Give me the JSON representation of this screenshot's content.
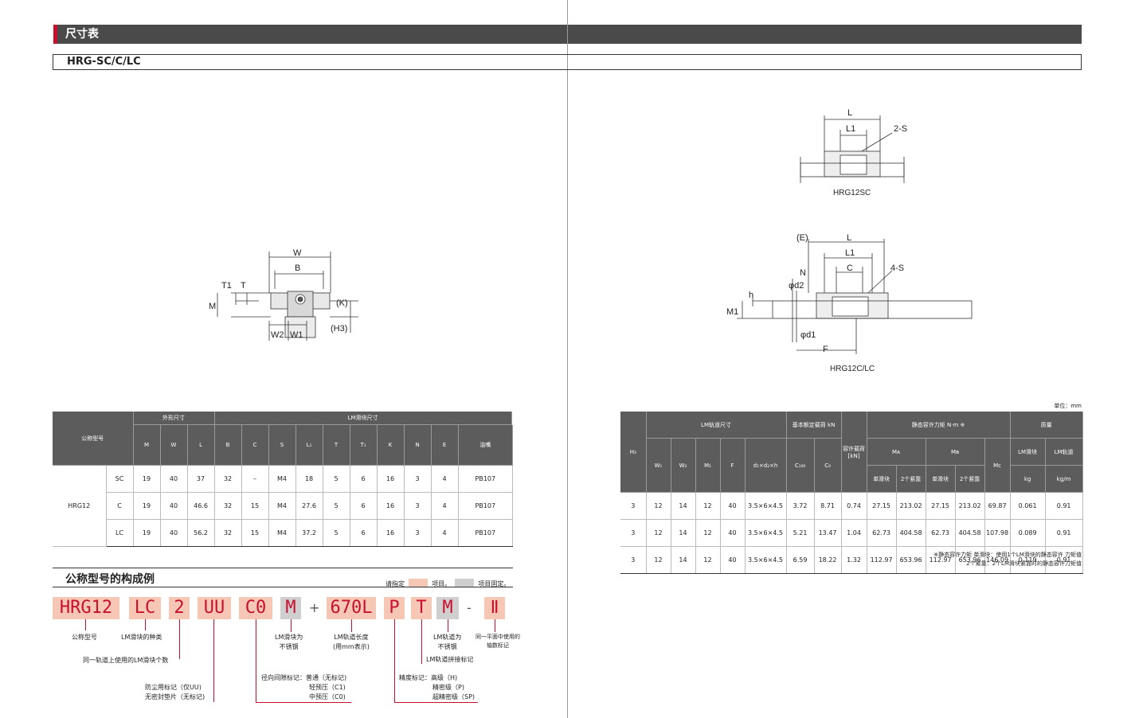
{
  "header": {
    "title": "尺寸表"
  },
  "subtitle": "HRG-SC/C/LC",
  "drawings": {
    "left": {
      "labels": [
        "W",
        "B",
        "T1",
        "T",
        "M",
        "(K)",
        "(H3)",
        "W2",
        "W1"
      ]
    },
    "top_right": {
      "labels": [
        "L",
        "L1",
        "2-S"
      ],
      "caption": "HRG12SC"
    },
    "bottom_right": {
      "labels": [
        "(E)",
        "L",
        "L1",
        "C",
        "4-S",
        "N",
        "φd2",
        "h",
        "M1",
        "φd1",
        "F"
      ],
      "caption": "HRG12C/LC"
    }
  },
  "unit_label": "单位：mm",
  "table": {
    "left_group_headers": {
      "model": "公称型号",
      "outer": "外形尺寸",
      "block": "LM滑块尺寸"
    },
    "left_columns": [
      "M",
      "W",
      "L",
      "B",
      "C",
      "S",
      "L₁",
      "T",
      "T₁",
      "K",
      "N",
      "E",
      "油嘴"
    ],
    "right_group_headers": {
      "rail": "LM轨道尺寸",
      "load": "基本额定载荷  kN",
      "allow": "容许载荷 [kN]",
      "moment": "静态容许力矩  N·m ※",
      "mass": "质量"
    },
    "right_columns": [
      "H₃",
      "W₁",
      "W₂",
      "M₁",
      "F",
      "d₁×d₂×h",
      "C₁₀₀",
      "C₀",
      "MA 单滑块",
      "MA 2个紧靠",
      "MB 单滑块",
      "MB 2个紧靠",
      "Mc",
      "LM滑块",
      "LM轨道"
    ],
    "sub_labels": {
      "ma": "Mᴀ",
      "mb": "Mʙ",
      "mc": "Mᴄ",
      "single": "单滑块",
      "double": "2个紧靠",
      "block": "LM滑块",
      "rail": "LM轨道",
      "kg": "kg",
      "kgm": "kg/m"
    },
    "model_name": "HRG12",
    "rows": [
      {
        "type": "SC",
        "left": [
          "19",
          "40",
          "37",
          "32",
          "–",
          "M4",
          "18",
          "5",
          "6",
          "16",
          "3",
          "4",
          "PB107"
        ],
        "right": [
          "3",
          "12",
          "14",
          "12",
          "40",
          "3.5×6×4.5",
          "3.72",
          "8.71",
          "0.74",
          "27.15",
          "213.02",
          "27.15",
          "213.02",
          "69.87",
          "0.061",
          "0.91"
        ]
      },
      {
        "type": "C",
        "left": [
          "19",
          "40",
          "46.6",
          "32",
          "15",
          "M4",
          "27.6",
          "5",
          "6",
          "16",
          "3",
          "4",
          "PB107"
        ],
        "right": [
          "3",
          "12",
          "14",
          "12",
          "40",
          "3.5×6×4.5",
          "5.21",
          "13.47",
          "1.04",
          "62.73",
          "404.58",
          "62.73",
          "404.58",
          "107.98",
          "0.089",
          "0.91"
        ]
      },
      {
        "type": "LC",
        "left": [
          "19",
          "40",
          "56.2",
          "32",
          "15",
          "M4",
          "37.2",
          "5",
          "6",
          "16",
          "3",
          "4",
          "PB107"
        ],
        "right": [
          "3",
          "12",
          "14",
          "12",
          "40",
          "3.5×6×4.5",
          "6.59",
          "18.22",
          "1.32",
          "112.97",
          "653.96",
          "112.97",
          "653.96",
          "146.09",
          "0.119",
          "0.91"
        ]
      }
    ],
    "note_line1": "※静态容许力矩   单滑块：使用1个LM滑块的静态容许 力矩值",
    "note_line2": "2个紧靠：2个LM滑块紧靠时的静态容许力矩值"
  },
  "composition": {
    "title": "公称型号的构成例",
    "legend_specify": "请指定",
    "legend_item": "项目。",
    "legend_fixed": "项目固定。",
    "segments": [
      "HRG12",
      "LC",
      "2",
      "UU",
      "C0",
      "M",
      "+",
      "670L",
      "P",
      "T",
      "M",
      "-",
      "Ⅱ"
    ],
    "annotations": {
      "model": "公称型号",
      "block_type": "LM滑块的种类",
      "block_count": "同一轨道上使用的LM滑块个数",
      "seal": [
        "防尘用标记（仅UU)",
        "无密封垫片（无标记)"
      ],
      "clearance": [
        "径向间隙标记：普通（无标记)",
        "轻预压（C1)",
        "中预压（C0)"
      ],
      "stainless_block": [
        "LM滑块为",
        "不锈钢"
      ],
      "rail_length": [
        "LM轨道长度",
        "(用mm表示)"
      ],
      "accuracy": [
        "精度标记：高级（H)",
        "精密级（P)",
        "超精密级（SP)"
      ],
      "stainless_rail": [
        "LM轨道为",
        "不锈钢"
      ],
      "joint": "LM轨道拼接标记",
      "axis": [
        "同一平面中使用的",
        "轴数标记"
      ]
    }
  },
  "colors": {
    "header_bg": "#4a4a4a",
    "accent_red": "#c8102e",
    "specify_fill": "#f7c7b5",
    "fixed_fill": "#cfcfcf",
    "table_head": "#5c5c5c"
  }
}
